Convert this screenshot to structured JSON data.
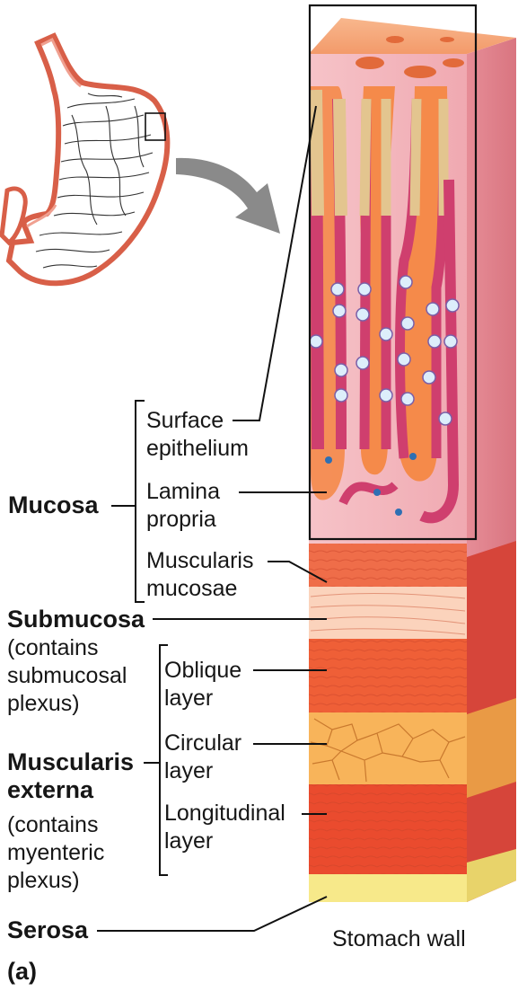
{
  "labels": {
    "surface_epithelium": "Surface\nepithelium",
    "lamina_propria": "Lamina\npropria",
    "muscularis_mucosae": "Muscularis\nmucosae",
    "mucosa": "Mucosa",
    "submucosa": "Submucosa",
    "submucosa_note": "(contains\nsubmucosal\nplexus)",
    "oblique_layer": "Oblique\nlayer",
    "circular_layer": "Circular\nlayer",
    "longitudinal_layer": "Longitudinal\nlayer",
    "muscularis_externa": "Muscularis\nexterna",
    "muscularis_externa_note": "(contains\nmyenteric\nplexus)",
    "serosa": "Serosa",
    "stomach_wall": "Stomach wall",
    "panel": "(a)"
  },
  "colors": {
    "mucosa_pink": "#f4bcc2",
    "gland_epithelium": "#e3c58f",
    "gastric_pit": "#f58a4a",
    "muscle_red": "#ee5a35",
    "circular_orange": "#f8b45a",
    "serosa_yellow": "#f7e98a",
    "stomach_outline": "#e2765f"
  }
}
